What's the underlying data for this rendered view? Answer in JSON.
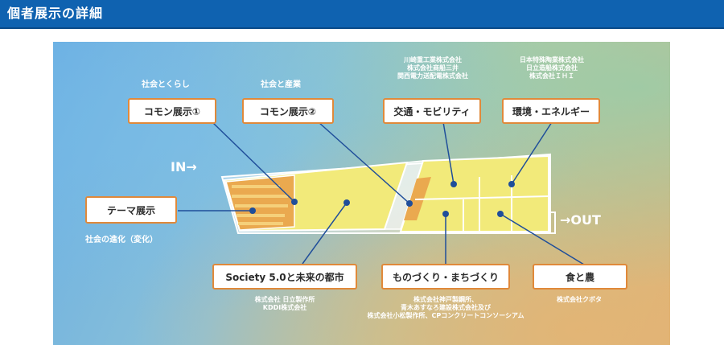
{
  "header": {
    "title": "個者展示の詳細"
  },
  "flow": {
    "in_label": "IN→",
    "out_label": "→OUT"
  },
  "zones": {
    "common1": {
      "category": "社会とくらし",
      "label": "コモン展示①"
    },
    "common2": {
      "category": "社会と産業",
      "label": "コモン展示②"
    },
    "theme": {
      "label": "テーマ展示",
      "caption": "社会の進化（変化）"
    },
    "mobility": {
      "label": "交通・モビリティ",
      "exhibitors": [
        "川崎重工業株式会社",
        "株式会社商船三井",
        "関西電力送配電株式会社"
      ]
    },
    "environment": {
      "label": "環境・エネルギー",
      "exhibitors": [
        "日本特殊陶業株式会社",
        "日立造船株式会社",
        "株式会社ＩＨＩ"
      ]
    },
    "society": {
      "label": "Society 5.0と未来の都市",
      "exhibitors": [
        "株式会社 日立製作所",
        "KDDI株式会社"
      ]
    },
    "monozukuri": {
      "label": "ものづくり・まちづくり",
      "exhibitors": [
        "株式会社神戸製鋼所、",
        "青木あすなろ建設株式会社及び",
        "株式会社小松製作所、CPコンクリートコンソーシアム"
      ]
    },
    "food": {
      "label": "食と農",
      "exhibitors": [
        "株式会社クボタ"
      ]
    }
  },
  "colors": {
    "header": "#0f62b0",
    "accent": "#e0893a",
    "floor": "#f2ea7a",
    "line": "#1f4e9a"
  }
}
